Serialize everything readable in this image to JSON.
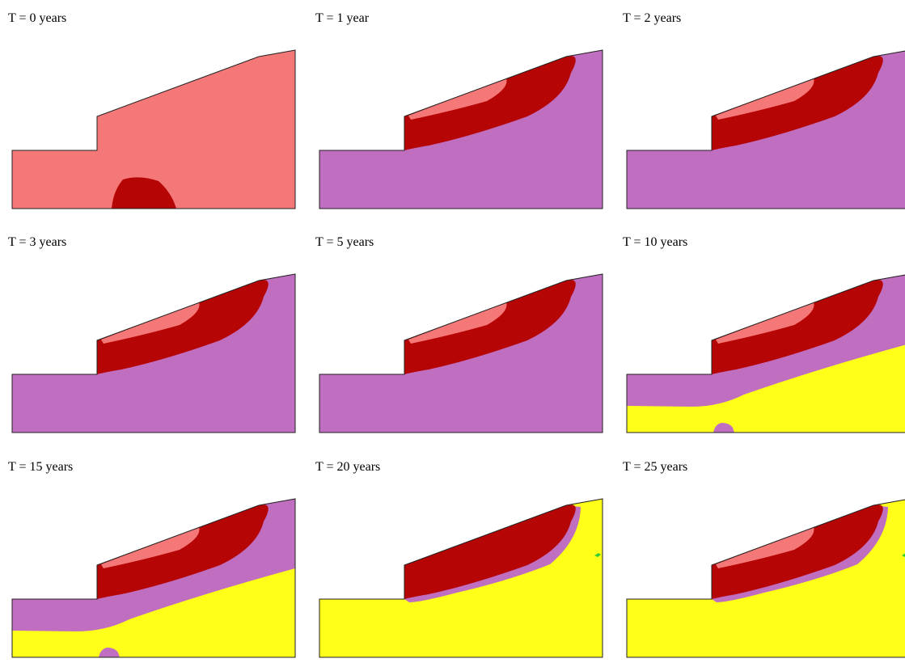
{
  "colors": {
    "salmon": "#f47878",
    "dark_red": "#b50505",
    "purple": "#c06fc0",
    "yellow": "#ffff1a",
    "green": "#33cc33",
    "outline": "#222222"
  },
  "panels": [
    {
      "label": "T = 0 years",
      "fills": [
        "salmon",
        "dark-red-bulb-bottom"
      ]
    },
    {
      "label": "T = 1 year",
      "fills": [
        "purple",
        "dark-red-lens",
        "salmon-inner-lens"
      ]
    },
    {
      "label": "T = 2 years",
      "fills": [
        "purple",
        "dark-red-lens",
        "salmon-inner-lens"
      ]
    },
    {
      "label": "T = 3 years",
      "fills": [
        "purple",
        "dark-red-lens",
        "salmon-inner-lens"
      ]
    },
    {
      "label": "T = 5 years",
      "fills": [
        "purple",
        "dark-red-lens",
        "salmon-inner-lens"
      ]
    },
    {
      "label": "T = 10 years",
      "fills": [
        "purple",
        "yellow-lower",
        "dark-red-lens",
        "salmon-inner-lens",
        "purple-bulb-bottom"
      ]
    },
    {
      "label": "T = 15 years",
      "fills": [
        "purple",
        "yellow-lower",
        "dark-red-lens",
        "salmon-inner-lens",
        "purple-bulb-bottom"
      ]
    },
    {
      "label": "T = 20 years",
      "fills": [
        "yellow",
        "purple-rim",
        "dark-red-lens",
        "green-spot"
      ]
    },
    {
      "label": "T = 25 years",
      "fills": [
        "yellow",
        "purple-rim",
        "dark-red-lens",
        "salmon-inner-lens",
        "green-spot"
      ]
    }
  ]
}
